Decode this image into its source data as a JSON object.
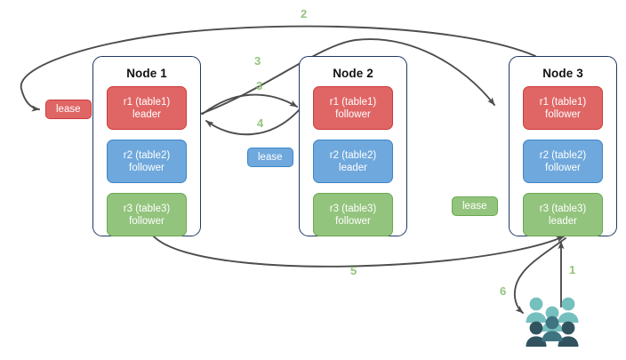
{
  "diagram": {
    "title": "Distributed SQL lease / replica routing diagram",
    "colors": {
      "replica_red": "#e06666",
      "replica_blue": "#6fa8dc",
      "replica_green": "#93c47d",
      "node_border": "#1f3864",
      "arrow": "#4d4d4d",
      "step_label": "#93c47d",
      "people_light": "#76bfbf",
      "people_dark": "#31535f"
    },
    "nodes": [
      {
        "title": "Node 1",
        "replicas": [
          {
            "name": "r1 (table1)",
            "role": "leader",
            "color": "red"
          },
          {
            "name": "r2 (table2)",
            "role": "follower",
            "color": "blue"
          },
          {
            "name": "r3 (table3)",
            "role": "follower",
            "color": "green"
          }
        ]
      },
      {
        "title": "Node 2",
        "replicas": [
          {
            "name": "r1 (table1)",
            "role": "follower",
            "color": "red"
          },
          {
            "name": "r2 (table2)",
            "role": "leader",
            "color": "blue"
          },
          {
            "name": "r3 (table3)",
            "role": "follower",
            "color": "green"
          }
        ]
      },
      {
        "title": "Node 3",
        "replicas": [
          {
            "name": "r1 (table1)",
            "role": "follower",
            "color": "red"
          },
          {
            "name": "r2 (table2)",
            "role": "follower",
            "color": "blue"
          },
          {
            "name": "r3 (table3)",
            "role": "leader",
            "color": "green"
          }
        ]
      }
    ],
    "leases": [
      {
        "label": "lease",
        "color": "red"
      },
      {
        "label": "lease",
        "color": "blue"
      },
      {
        "label": "lease",
        "color": "green"
      }
    ],
    "steps": [
      {
        "label": "1"
      },
      {
        "label": "2"
      },
      {
        "label": "3"
      },
      {
        "label": "3"
      },
      {
        "label": "4"
      },
      {
        "label": "5"
      },
      {
        "label": "6"
      }
    ],
    "client": {
      "icon": "people-group-icon"
    }
  }
}
